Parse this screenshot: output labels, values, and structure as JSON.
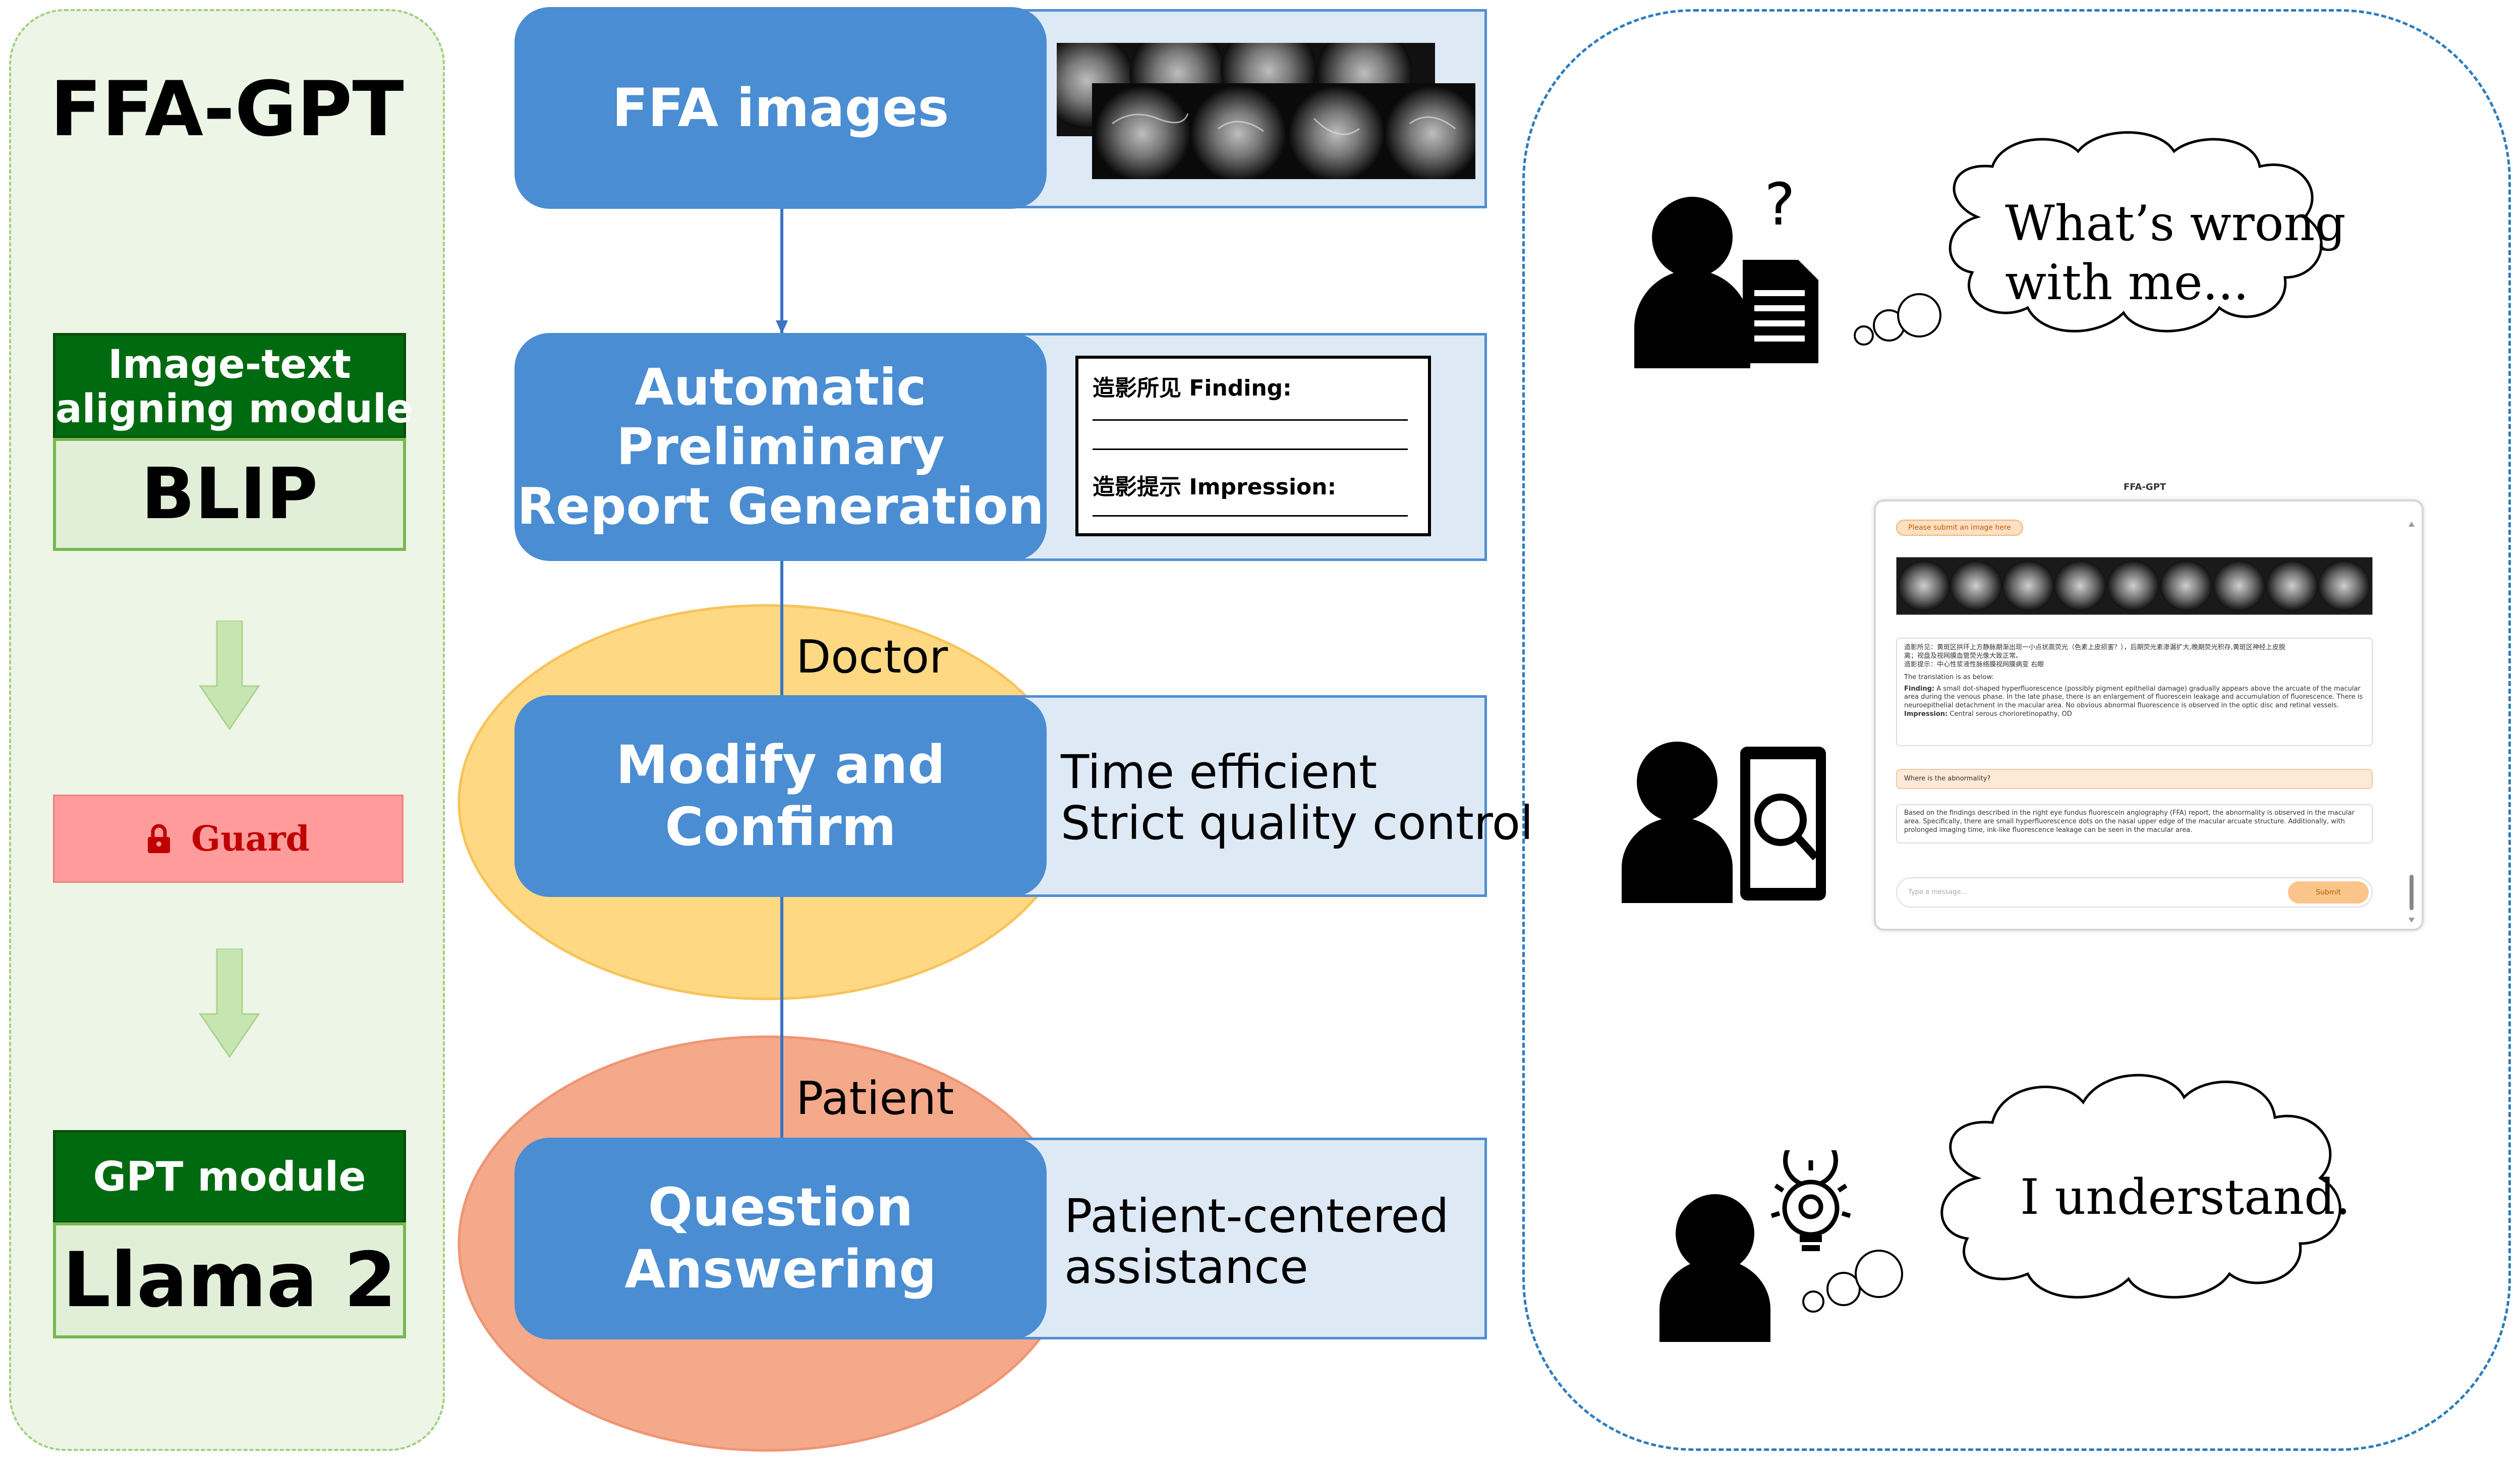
{
  "left_panel": {
    "title": "FFA-GPT",
    "module1": {
      "head": [
        "Image-text",
        "aligning module"
      ],
      "name": "BLIP"
    },
    "guard": {
      "label": "Guard",
      "icon": "lock-icon"
    },
    "module2": {
      "head": "GPT module",
      "name": "Llama 2"
    }
  },
  "flow": {
    "step1": {
      "label": "FFA images"
    },
    "step2": {
      "label": [
        "Automatic",
        "Preliminary",
        "Report Generation"
      ],
      "report_template": {
        "finding": "造影所见 Finding:",
        "impression": "造影提示 Impression:"
      }
    },
    "step3": {
      "label": [
        "Modify and",
        "Confirm"
      ],
      "role": "Doctor",
      "notes": [
        "Time efficient",
        "Strict quality control"
      ]
    },
    "step4": {
      "label": [
        "Question",
        "Answering"
      ],
      "role": "Patient",
      "notes": [
        "Patient-centered",
        "assistance"
      ]
    }
  },
  "right_panel": {
    "question_cloud": [
      "What’s wrong",
      "with me..."
    ],
    "answer_cloud": "I understand.",
    "chat": {
      "window_title": "FFA-GPT",
      "upload_tag": "Please submit an image here",
      "report_lines": [
        "造影所见：黄斑区拱环上方静脉期渐出现一小点状高荧光（色素上皮损害？），后期荧光素渗漏扩大,晚期荧光积存,黄斑区神经上皮脱",
        "离；视盘及视网膜血管荧光像大致正常。",
        "造影提示：中心性浆液性脉络膜视网膜病变 右眼"
      ],
      "translation_intro": "The translation is as below:",
      "finding_label": "Finding:",
      "finding_text": "A small dot-shaped hyperfluorescence (possibly pigment epithelial damage) gradually appears above the arcuate of the macular area during the venous phase. In the late phase, there is an enlargement of fluorescein leakage and accumulation of fluorescence. There is neuroepithelial detachment in the macular area. No obvious abnormal fluorescence is observed in the optic disc and retinal vessels.",
      "impression_label": "Impression:",
      "impression_text": "Central serous chorioretinopathy, OD",
      "user_question": "Where is the abnormality?",
      "bot_answer": "Based on the findings described in the right eye fundus fluorescein angiography (FFA) report, the abnormality is observed in the macular area. Specifically, there are small hyperfluorescence dots on the nasal upper edge of the macular arcuate structure. Additionally, with prolonged imaging time, ink-like fluorescence leakage can be seen in the macular area.",
      "input_placeholder": "Type a message...",
      "submit_label": "Submit"
    }
  }
}
